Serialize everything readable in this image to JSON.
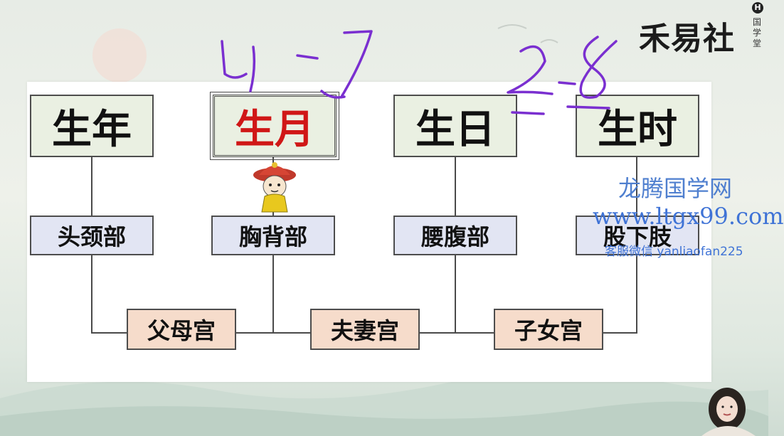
{
  "brand": {
    "logo_text": "禾易社",
    "logo_subtext": "国学堂",
    "badge": "H"
  },
  "diagram": {
    "top_nodes": [
      "生年",
      "生月",
      "生日",
      "生时"
    ],
    "highlighted_node": "生月",
    "body_parts": [
      "头颈部",
      "胸背部",
      "腰腹部",
      "股下肢"
    ],
    "palaces": [
      "父母宫",
      "夫妻宫",
      "子女宫"
    ]
  },
  "handwriting": {
    "left_note": "4-7",
    "right_note": "2-8"
  },
  "watermark": {
    "site_name": "龙腾国学网",
    "url": "www.ltgx99.com",
    "contact": "客服微信 yanliaofan225"
  },
  "colors": {
    "highlight_red": "#d01717",
    "top_fill": "#eaf0e2",
    "mid_fill": "#e2e5f3",
    "bottom_fill": "#f6dccb",
    "ink": "#7a2fd0"
  }
}
